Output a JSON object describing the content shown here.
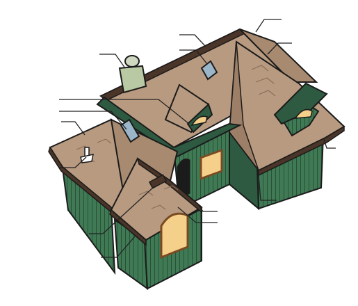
{
  "diagram": {
    "subject": "house-roof-parts-illustration",
    "labels": [],
    "colors": {
      "outline": "#1b1b1b",
      "roof_shingle": "#b89a80",
      "roof_shingle_shadow": "#9c7f66",
      "roof_edge_dark": "#4a3528",
      "siding_green": "#3f7a55",
      "siding_green_dark": "#2d5a40",
      "siding_line": "#295038",
      "window_glow": "#f5d08a",
      "window_frame": "#7a4a22",
      "vent_body": "#b9c9a3",
      "skylight": "#9bb6c8",
      "leader_line": "#222222"
    },
    "callouts": [
      {
        "name": "callout-ridge-right"
      },
      {
        "name": "callout-hip-right"
      },
      {
        "name": "callout-ridge-vent-top"
      },
      {
        "name": "callout-skylight-top"
      },
      {
        "name": "callout-chimney-vent"
      },
      {
        "name": "callout-dormer-back"
      },
      {
        "name": "callout-skylight-left"
      },
      {
        "name": "callout-hip-left"
      },
      {
        "name": "callout-pipe-vent"
      },
      {
        "name": "callout-valley"
      },
      {
        "name": "callout-eave"
      },
      {
        "name": "callout-gable-vent"
      },
      {
        "name": "callout-rake"
      },
      {
        "name": "callout-gutter-right"
      },
      {
        "name": "callout-downspout"
      }
    ]
  }
}
